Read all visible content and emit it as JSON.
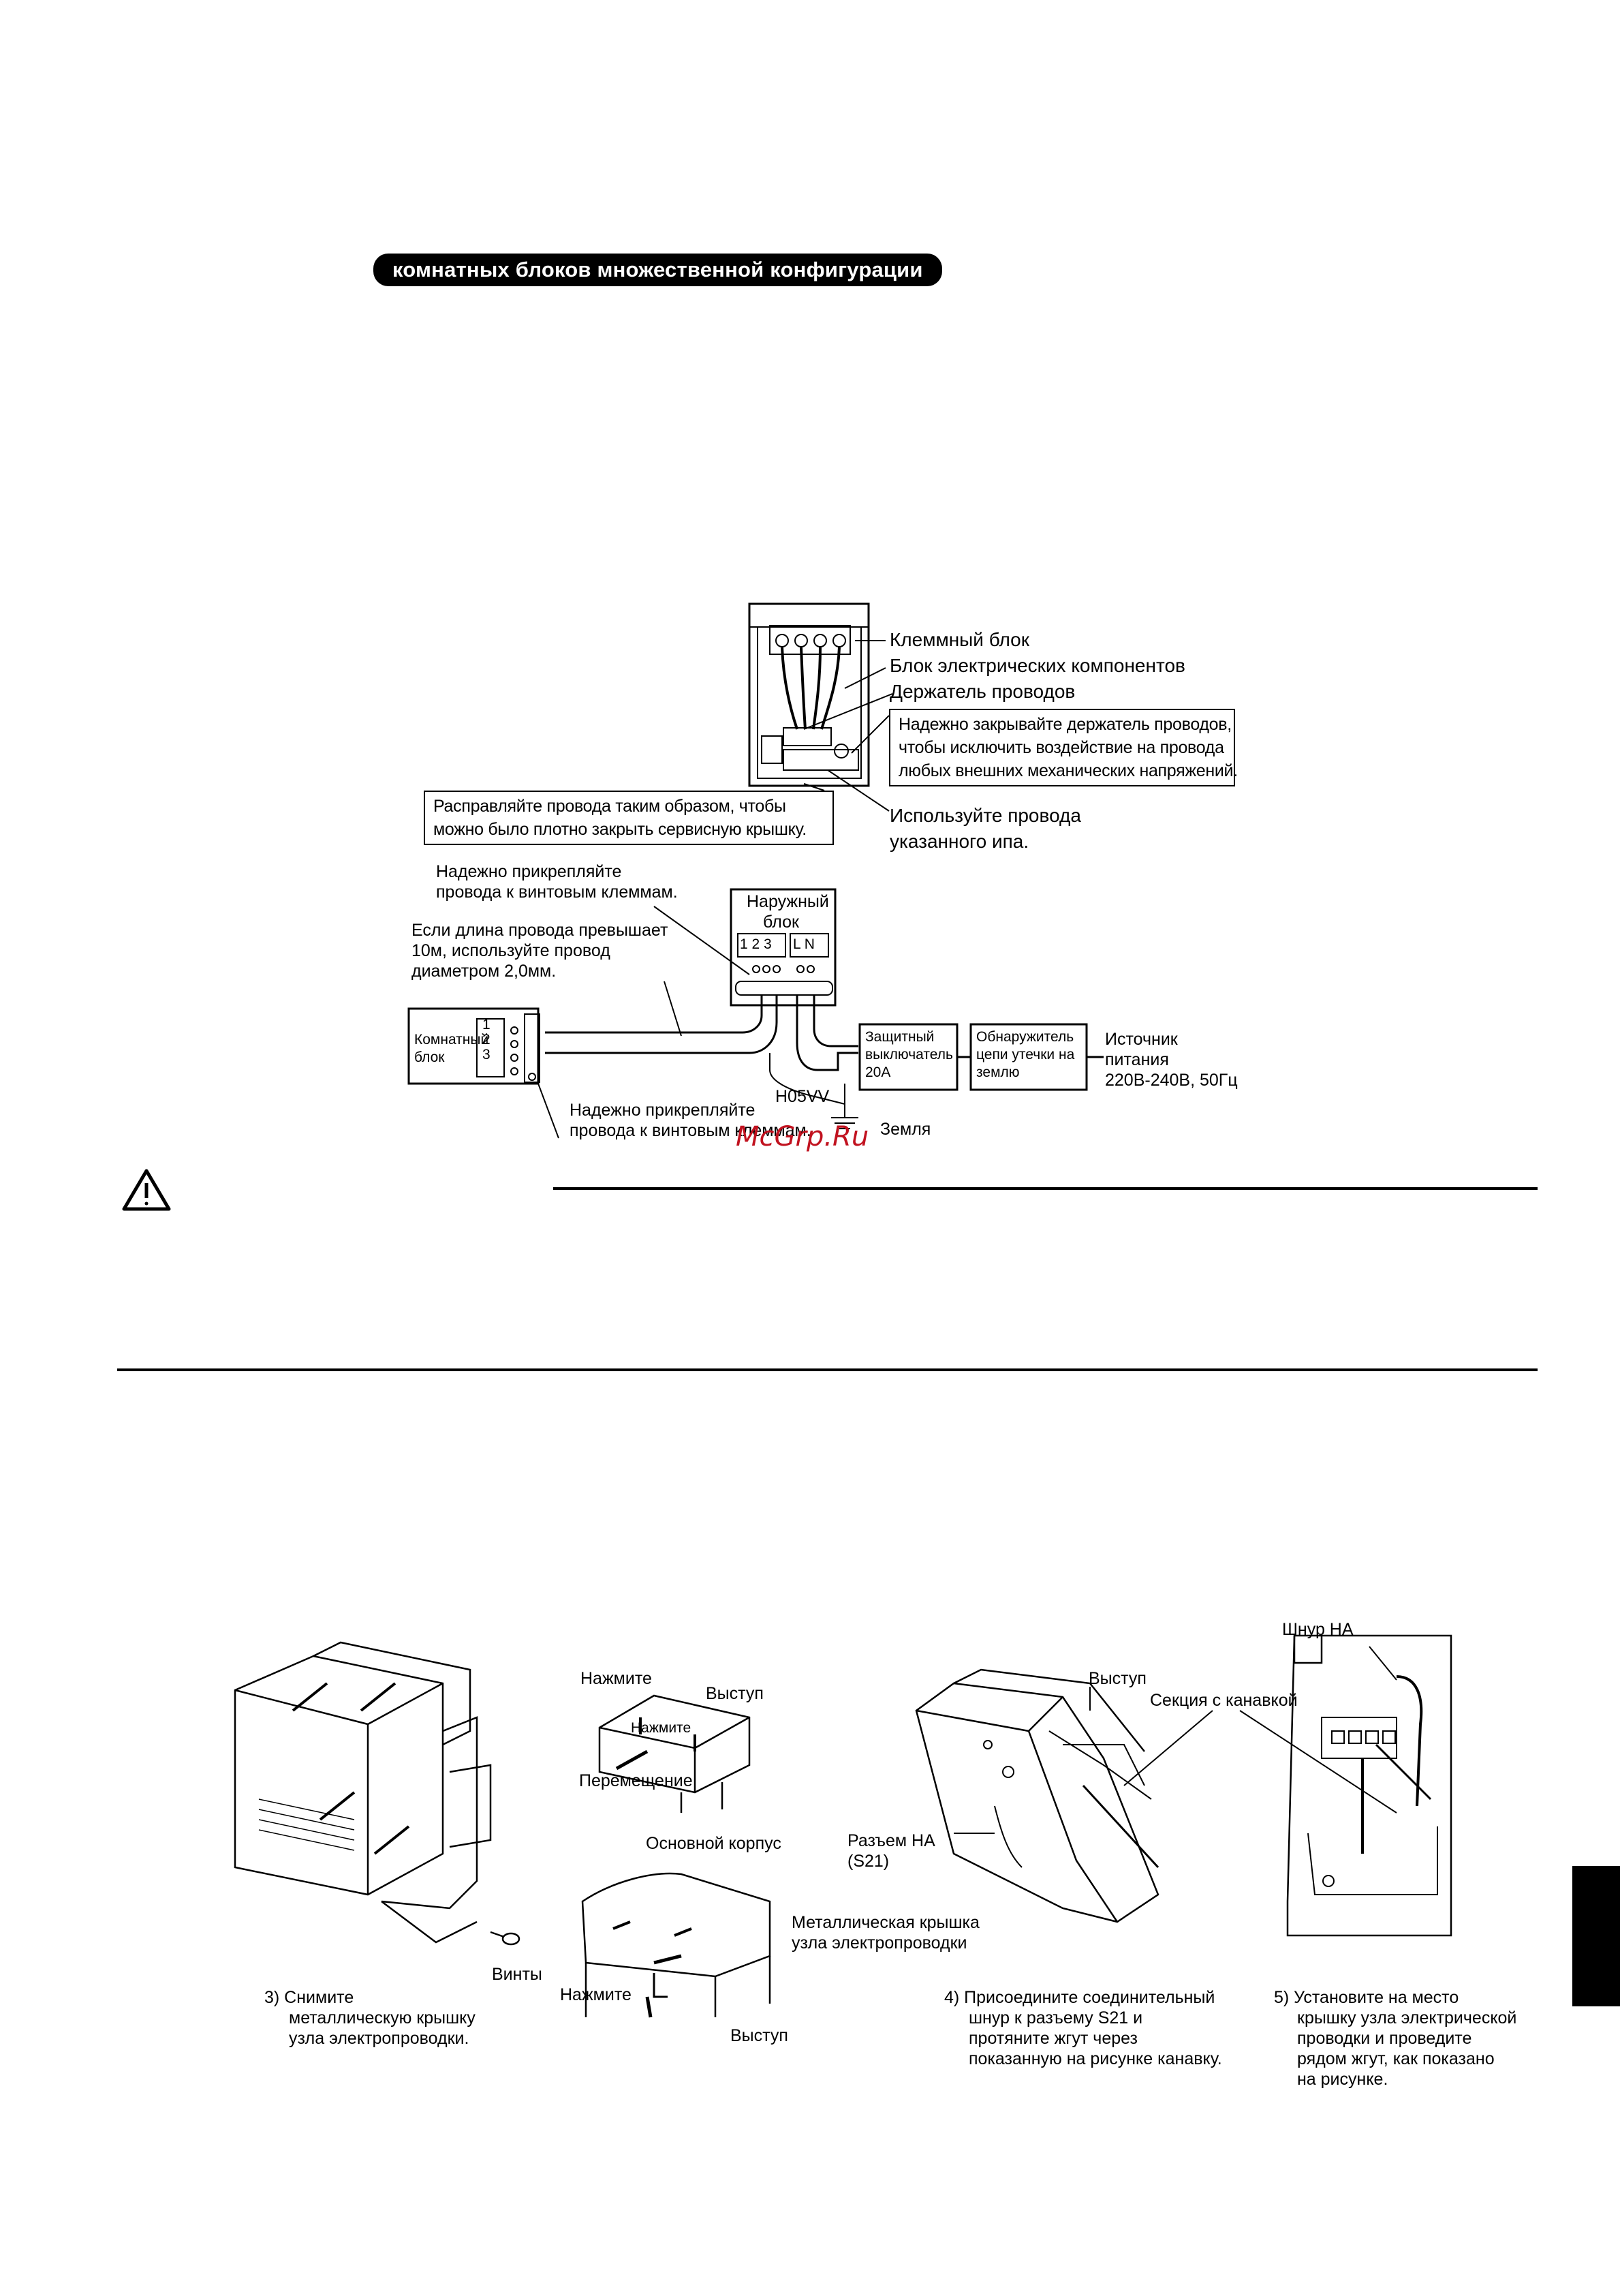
{
  "header": {
    "title": "комнатных блоков множественной конфигурации"
  },
  "top_diagram": {
    "labels": {
      "terminal_block": "Клеммный блок",
      "electrical_box": "Блок электрических компонентов",
      "wire_holder": "Держатель проводов",
      "holder_note": [
        "Надежно закрывайте держатель проводов,",
        "чтобы исключить воздействие на провода",
        "любых внешних механических напряжений."
      ],
      "straighten_note": [
        "Расправляйте провода таким образом, чтобы",
        "можно было плотно закрыть сервисную крышку."
      ],
      "use_wires": [
        "Используйте провода",
        "указанного ипа."
      ]
    }
  },
  "wiring_diagram": {
    "fasten_top": [
      "Надежно прикрепляйте",
      "провода к винтовым клеммам."
    ],
    "length_note": [
      "Если длина провода превышает",
      "10м, используйте провод",
      "диаметром 2,0мм."
    ],
    "outdoor_unit": [
      "Наружный",
      "блок"
    ],
    "outdoor_terminals_left": "1 2 3",
    "outdoor_terminals_right": "L N",
    "indoor_unit": [
      "Комнатный",
      "блок"
    ],
    "indoor_terminals": [
      "1",
      "2",
      "3"
    ],
    "breaker": [
      "Защитный",
      "выключатель",
      "20А"
    ],
    "leak_detector": [
      "Обнаружитель",
      "цепи утечки на",
      "землю"
    ],
    "power_source": [
      "Источник",
      "питания",
      "220В-240В, 50Гц"
    ],
    "cable_type": "H05VV",
    "fasten_bottom": [
      "Надежно прикрепляйте",
      "провода к винтовым клеммам."
    ],
    "ground": "Земля"
  },
  "watermark": "McGrp.Ru",
  "bottom_figures": {
    "fig3": {
      "screws": "Винты",
      "caption": [
        "3)  Снимите",
        "металлическую крышку",
        "узла электропроводки."
      ]
    },
    "fig_press": {
      "press": "Нажмите",
      "protrusion": "Выступ",
      "press_small": "Нажмите",
      "movement": "Перемещение",
      "main_body": "Основной корпус",
      "metal_cover": [
        "Металлическая крышка",
        "узла электропроводки"
      ],
      "press2": "Нажмите",
      "protrusion2": "Выступ"
    },
    "fig4": {
      "protrusion": "Выступ",
      "groove_section": "Секция с канавкой",
      "connector": [
        "Разъем НА",
        "(S21)"
      ],
      "caption": [
        "4)  Присоедините соединительный",
        "шнур к разъему S21 и",
        "протяните жгут через",
        "показанную на рисунке канавку."
      ]
    },
    "fig5": {
      "cord": "Шнур НА",
      "caption": [
        "5)  Установите на место",
        "крышку узла электрической",
        "проводки и проведите",
        "рядом жгут, как показано",
        "на рисунке."
      ]
    }
  }
}
